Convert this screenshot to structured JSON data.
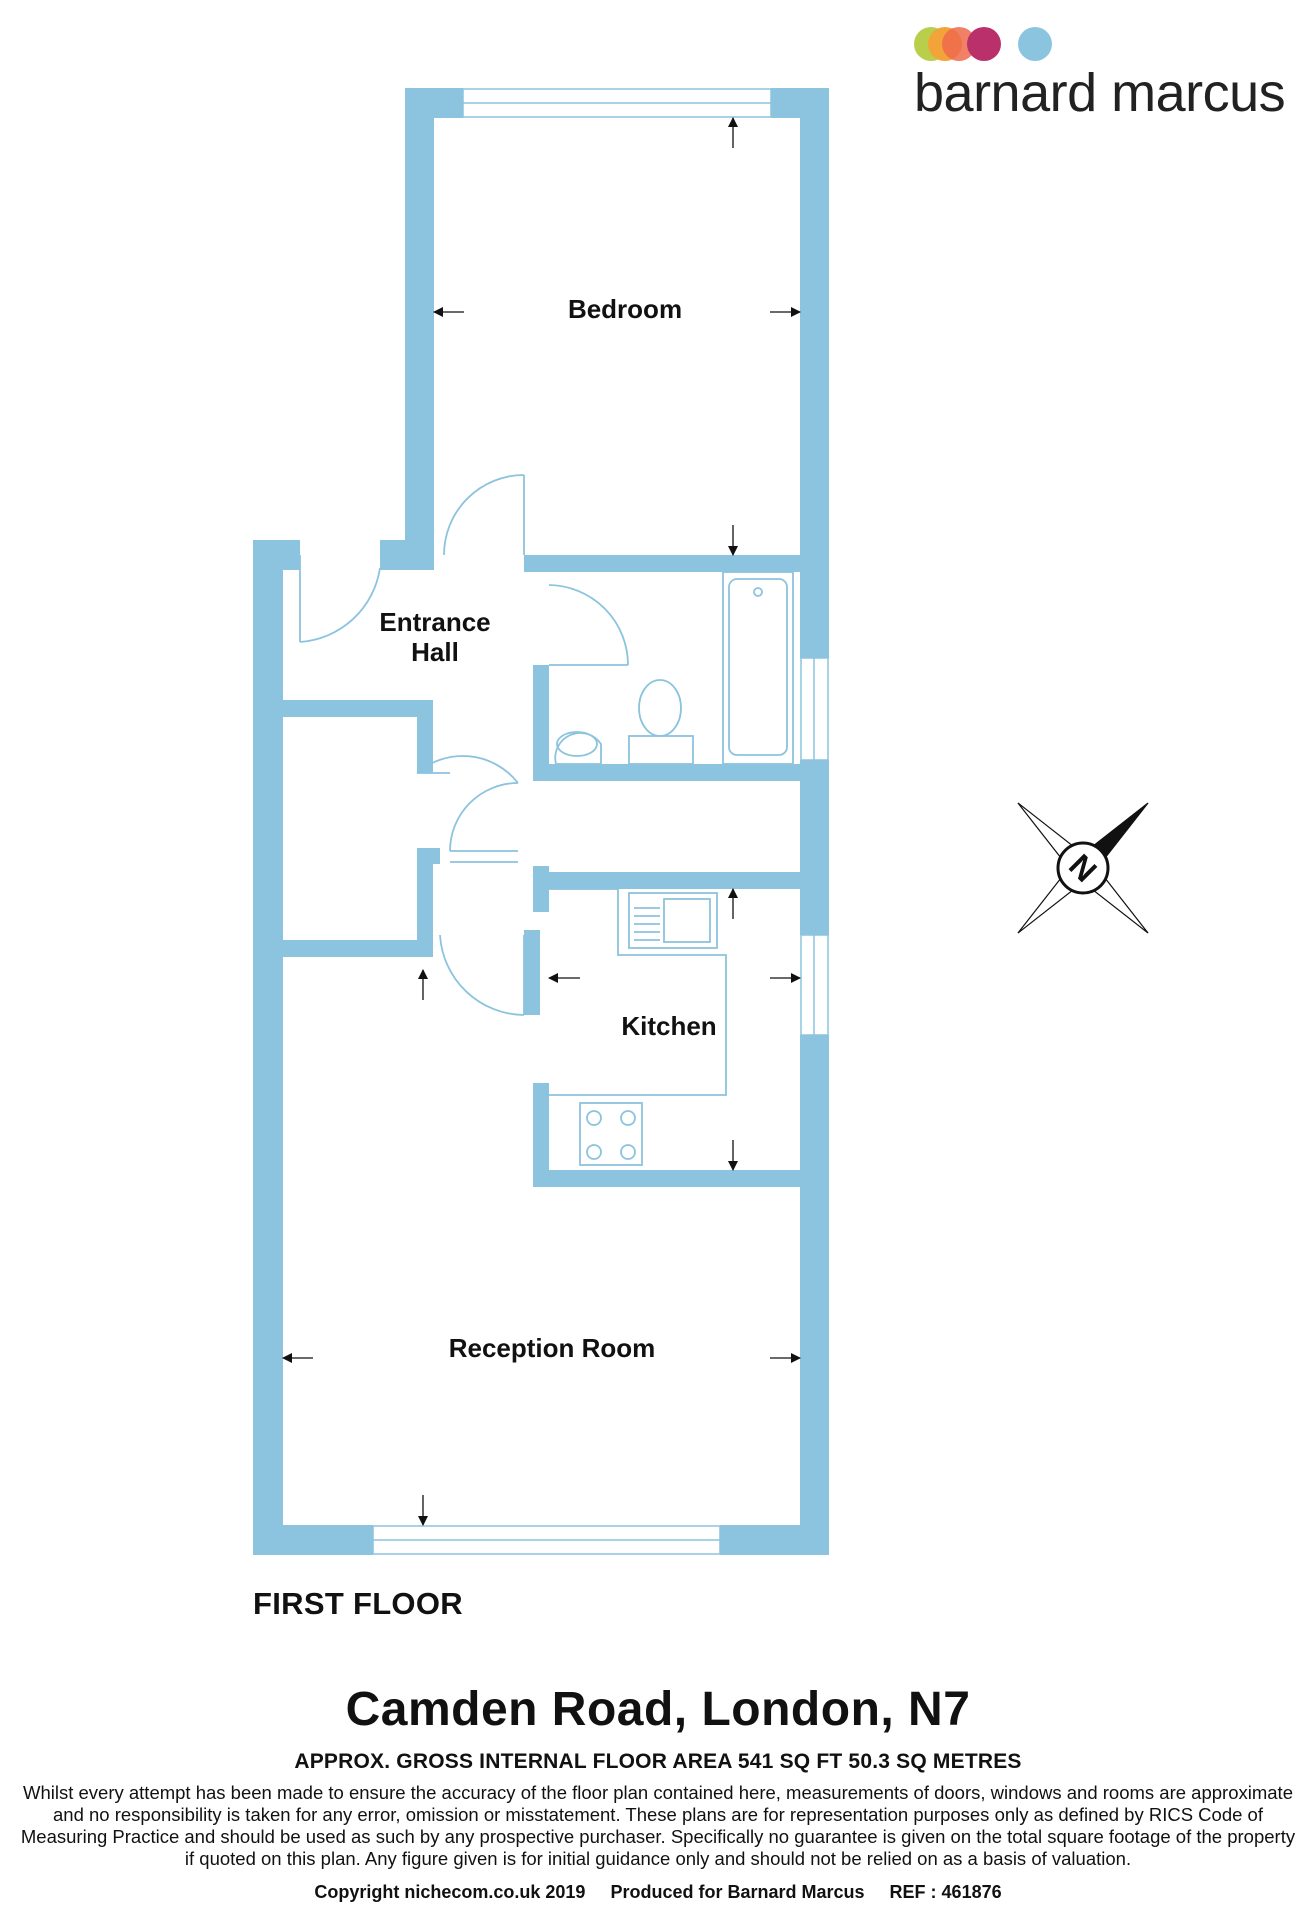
{
  "brand": {
    "name": "barnard marcus",
    "dot_colors": [
      "#b9cf4b",
      "#f2a33a",
      "#ee6a4b",
      "#b9306a",
      "#8ac4de"
    ]
  },
  "colors": {
    "wall": "#8cc3de",
    "fixture": "#8cc3de"
  },
  "rooms": {
    "bedroom": "Bedroom",
    "entrance_hall_line1": "Entrance",
    "entrance_hall_line2": "Hall",
    "kitchen": "Kitchen",
    "reception": "Reception Room"
  },
  "compass_letter": "N",
  "floor_label": "FIRST FLOOR",
  "address": "Camden Road, London, N7",
  "area_text": "APPROX. GROSS INTERNAL FLOOR AREA 541 SQ FT 50.3 SQ METRES",
  "disclaimer": "Whilst every attempt has been made to ensure the accuracy of the floor plan contained here, measurements of doors, windows and rooms are approximate and no responsibility is taken for any error, omission or misstatement. These plans are for representation purposes only as defined by RICS Code of Measuring Practice and should be used as such by any prospective purchaser.  Specifically no guarantee is given on the total square footage of the property if quoted on this plan. Any figure given is for initial guidance only and should not be relied on as a basis of valuation.",
  "copyright": {
    "copy": "Copyright nichecom.co.uk 2019",
    "produced": "Produced for Barnard Marcus",
    "ref": "REF : 461876"
  }
}
